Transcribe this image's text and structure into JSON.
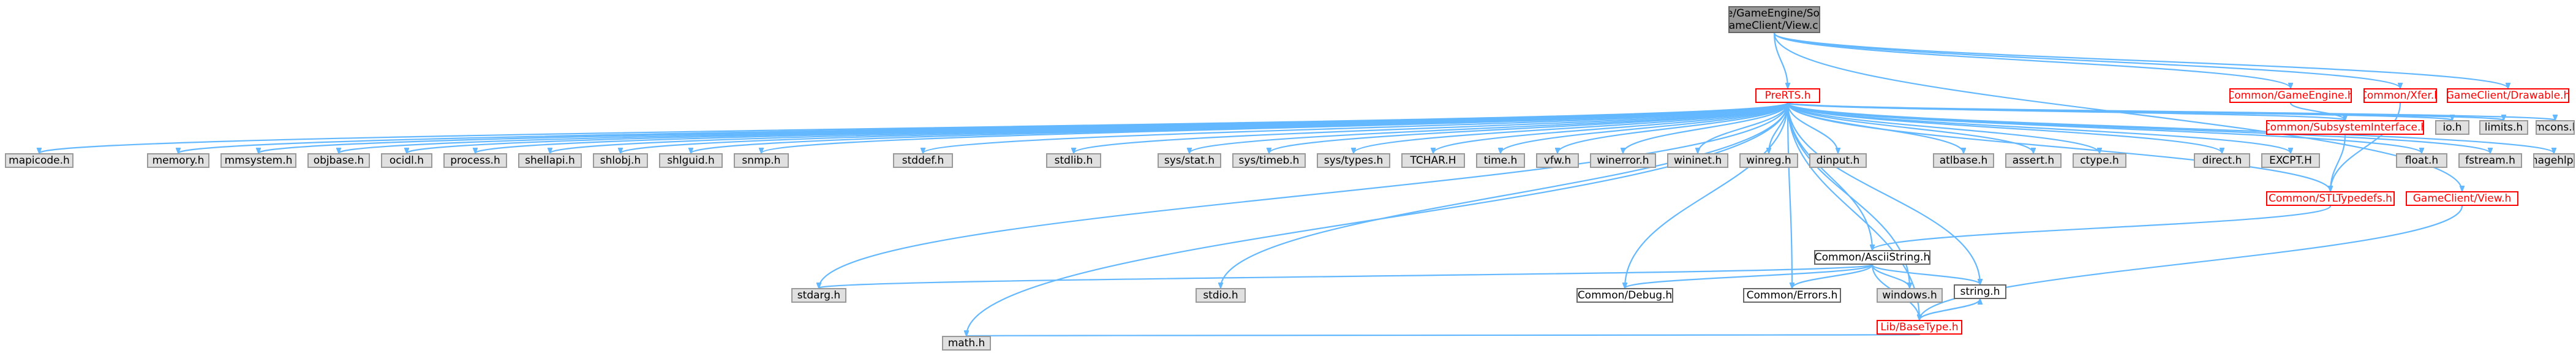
{
  "graph": {
    "root": [
      "Code/GameEngine/Source",
      "/GameClient/View.cpp"
    ],
    "nodes": {
      "prerts": "PreRTS.h",
      "gameengine": "Common/GameEngine.h",
      "gamemath_xfer": "Common/Xfer.h",
      "drawable": "GameClient/Drawable.h",
      "view_h": "GameClient/View.h",
      "subsys": "Common/SubsystemInterface.h",
      "stltypedefs": "Common/STLTypedefs.h",
      "asciistring": "Common/AsciiString.h",
      "basetype": "Lib/BaseType.h",
      "debug": "Common/Debug.h",
      "errors": "Common/Errors.h",
      "windows": "windows.h",
      "string": "string.h",
      "stdarg": "stdarg.h",
      "stdio": "stdio.h",
      "math": "math.h",
      "mapicode": "mapicode.h",
      "memory": "memory.h",
      "mmsystem": "mmsystem.h",
      "objbase": "objbase.h",
      "ocidl": "ocidl.h",
      "process": "process.h",
      "shellapi": "shellapi.h",
      "shlobj": "shlobj.h",
      "shlguid": "shlguid.h",
      "snmp": "snmp.h",
      "stddef": "stddef.h",
      "stdlib": "stdlib.h",
      "sysstat": "sys/stat.h",
      "systimeb": "sys/timeb.h",
      "systypes": "sys/types.h",
      "tchar": "TCHAR.H",
      "time": "time.h",
      "vfw": "vfw.h",
      "winerror": "winerror.h",
      "wininet": "wininet.h",
      "winreg": "winreg.h",
      "dinput": "dinput.h",
      "atlbase": "atlbase.h",
      "assert": "assert.h",
      "ctype": "ctype.h",
      "direct": "direct.h",
      "excpt": "EXCPT.H",
      "float": "float.h",
      "fstream": "fstream.h",
      "imagehlp": "imagehlp.h",
      "io": "io.h",
      "limits": "limits.h",
      "lmcons": "lmcons.h"
    }
  }
}
